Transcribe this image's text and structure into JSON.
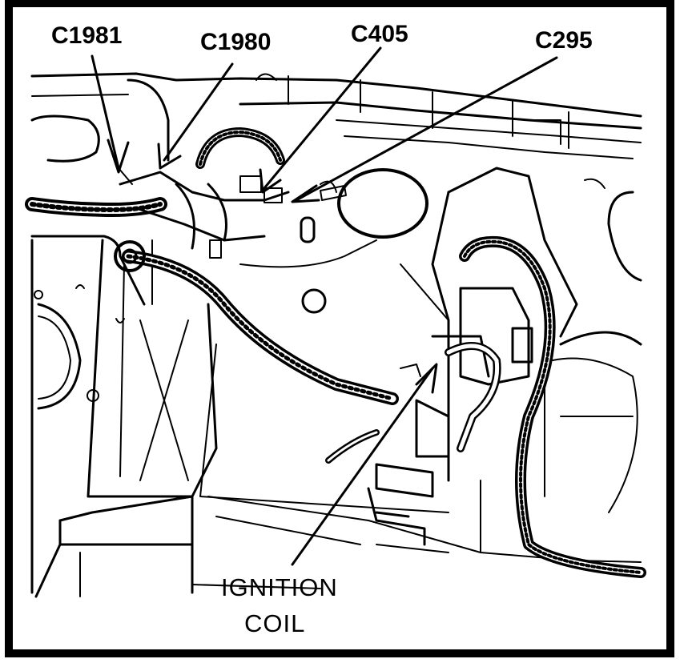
{
  "callouts": {
    "c1981": "C1981",
    "c1980": "C1980",
    "c405": "C405",
    "c295": "C295",
    "ignition_line_1": "IGNITION",
    "ignition_line_2": "COIL"
  },
  "colors": {
    "ink": "#000000",
    "paper": "#ffffff"
  }
}
